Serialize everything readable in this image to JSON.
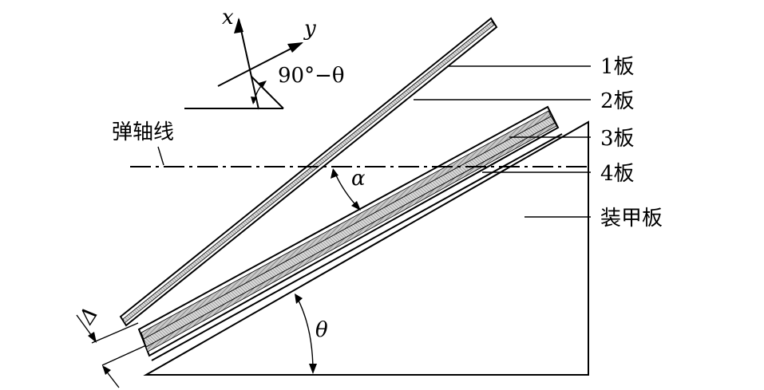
{
  "labels": {
    "axis_x": "x",
    "axis_y": "y",
    "angle_90_theta": "90°−θ",
    "ballistic_axis": "弹轴线",
    "plate_1": "1板",
    "plate_2": "2板",
    "plate_3": "3板",
    "plate_4": "4板",
    "armor_plate": "装甲板",
    "alpha": "α",
    "theta": "θ",
    "delta": "Δ"
  },
  "colors": {
    "ink": "#000000",
    "hatch_fill": "#9a9a9a",
    "background": "#ffffff"
  }
}
